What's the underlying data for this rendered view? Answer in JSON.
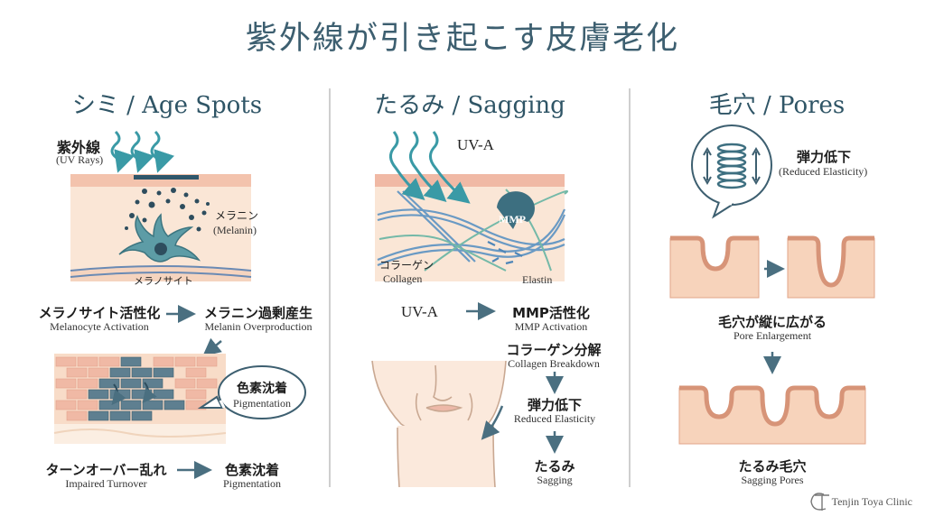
{
  "title": "紫外線が引き起こす皮膚老化",
  "columns": {
    "spots": {
      "heading": "シミ / Age Spots",
      "uv_jp": "紫外線",
      "uv_en": "(UV Rays)",
      "melanin_jp": "メラニン",
      "melanin_en": "(Melanin)",
      "melanocyte": "メラノサイト",
      "step1_jp": "メラノサイト活性化",
      "step1_en": "Melanocyte Activation",
      "step2_jp": "メラニン過剰産生",
      "step2_en": "Melanin Overproduction",
      "bubble_jp": "色素沈着",
      "bubble_en": "Pigmentation",
      "step3_jp": "ターンオーバー乱れ",
      "step3_en": "Impaired Turnover",
      "step4_jp": "色素沈着",
      "step4_en": "Pigmentation"
    },
    "sagging": {
      "heading": "たるみ / Sagging",
      "uva": "UV-A",
      "mmp": "MMP",
      "collagen_jp": "コラーゲン",
      "collagen_en": "Collagen",
      "elastin": "Elastin",
      "flow_uva": "UV-A",
      "step1_jp": "MMP活性化",
      "step1_en": "MMP Activation",
      "step2_jp": "コラーゲン分解",
      "step2_en": "Collagen Breakdown",
      "step3_jp": "弾力低下",
      "step3_en": "Reduced Elasticity",
      "step4_jp": "たるみ",
      "step4_en": "Sagging"
    },
    "pores": {
      "heading": "毛穴 / Pores",
      "elastic_jp": "弾力低下",
      "elastic_en": "(Reduced Elasticity)",
      "step1_jp": "毛穴が縦に広がる",
      "step1_en": "Pore Enlargement",
      "step2_jp": "たるみ毛穴",
      "step2_en": "Sagging Pores"
    }
  },
  "logo": {
    "text": "Tenjin Toya Clinic",
    "mark": "TC"
  },
  "colors": {
    "accent": "#3d5f70",
    "uv": "#3a9aa6",
    "skin": "#f5cfb4",
    "skin_dark": "#e8ab8c",
    "dermis": "#f9e4d2",
    "melanin": "#2e4d5e",
    "collagen": "#5f8db8",
    "elastin": "#6fb4a8"
  }
}
